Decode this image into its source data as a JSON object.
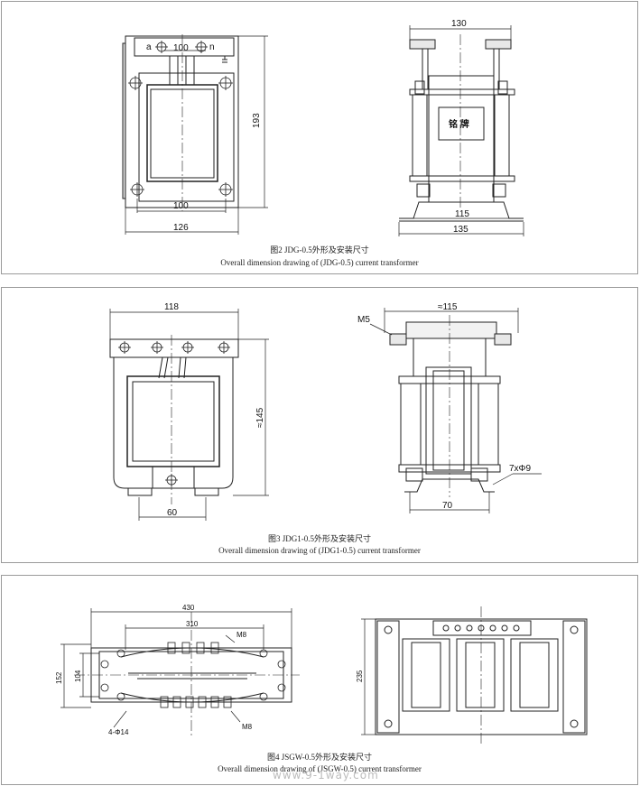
{
  "fig2": {
    "caption_cn": "图2 JDG-0.5外形及安装尺寸",
    "caption_en": "Overall dimension drawing of (JDG-0.5) current transformer",
    "front": {
      "terminal_a": "a",
      "terminal_n": "n",
      "dim_top": "100",
      "dim_bottom_inner": "100",
      "dim_bottom_outer": "126",
      "dim_height": "193"
    },
    "side": {
      "dim_top": "130",
      "nameplate": "铭 牌",
      "dim_inner": "115",
      "dim_outer": "135"
    }
  },
  "fig3": {
    "caption_cn": "图3 JDG1-0.5外形及安装尺寸",
    "caption_en": "Overall dimension drawing of (JDG1-0.5) current transformer",
    "front": {
      "dim_top": "118",
      "dim_height": "≈145",
      "dim_bottom": "60"
    },
    "side": {
      "thread": "M5",
      "dim_top": "≈115",
      "holes": "7xΦ9",
      "dim_bottom": "70"
    }
  },
  "fig4": {
    "caption_cn": "图4 JSGW-0.5外形及安装尺寸",
    "caption_en": "Overall dimension drawing of (JSGW-0.5) current transformer",
    "front": {
      "dim_overall": "430",
      "dim_terminals": "310",
      "thread_top": "M8",
      "thread_bottom": "M8",
      "dim_height_outer": "152",
      "dim_height_inner": "104",
      "holes": "4-Φ14"
    },
    "side": {
      "dim_height": "235"
    }
  },
  "watermark": "www.9-1way.com"
}
